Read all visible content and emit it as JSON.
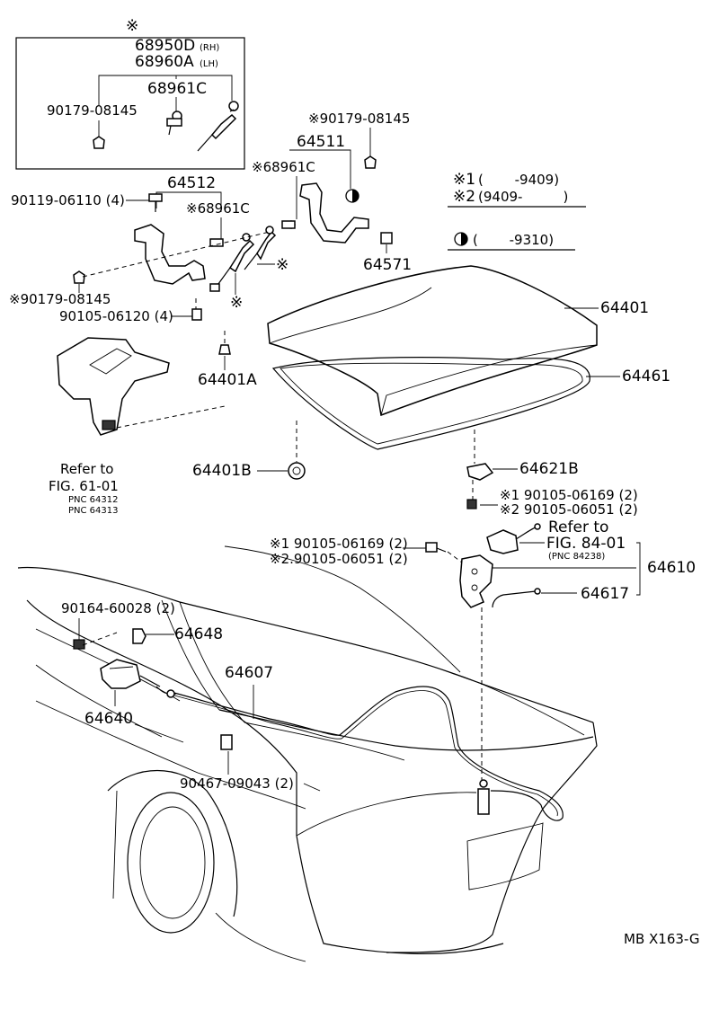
{
  "legend": {
    "mark1": "※1",
    "range1": "(　　 -9409)",
    "mark2": "※2",
    "range2": "(9409-　　　)",
    "range3": "(　　 -9310)",
    "half_circle_icon": "half-circle-icon"
  },
  "kit_box": {
    "asterisk": "※",
    "part_rh": "68950D",
    "rh_suffix": "(RH)",
    "part_lh": "68960A",
    "lh_suffix": "(LH)",
    "part_damper_end": "68961C",
    "part_clip": "90179-08145"
  },
  "callouts": {
    "p64511": "64511",
    "p90179_top": "※90179-08145",
    "p68961c_r": "※68961C",
    "p64512": "64512",
    "p90119": "90119-06110 (4)",
    "p68961c_l": "※68961C",
    "p64571": "64571",
    "star_damper": "※",
    "star_damper_b": "※",
    "p90179_l": "※90179-08145",
    "p90105_06120": "90105-06120 (4)",
    "p64401": "64401",
    "p64401a": "64401A",
    "p64461": "64461",
    "p64401b": "64401B",
    "p64621b": "64621B",
    "p90105_r1": "※1 90105-06169 (2)",
    "p90105_r2": "※2 90105-06051 (2)",
    "p90105_m1": "※1 90105-06169 (2)",
    "p90105_m2": "※2.90105-06051 (2)",
    "refer84_a": "Refer to",
    "refer84_b": "FIG. 84-01",
    "refer84_pnc": "(PNC 84238)",
    "p64610": "64610",
    "p64617": "64617",
    "refer61_a": "Refer to",
    "refer61_b": "FIG. 61-01",
    "refer61_pnc1": "PNC 64312",
    "refer61_pnc2": "PNC 64313",
    "p90164": "90164-60028 (2)",
    "p64648": "64648",
    "p64607": "64607",
    "p64640": "64640",
    "p90467": "90467-09043 (2)",
    "code": "MB X163-G"
  }
}
